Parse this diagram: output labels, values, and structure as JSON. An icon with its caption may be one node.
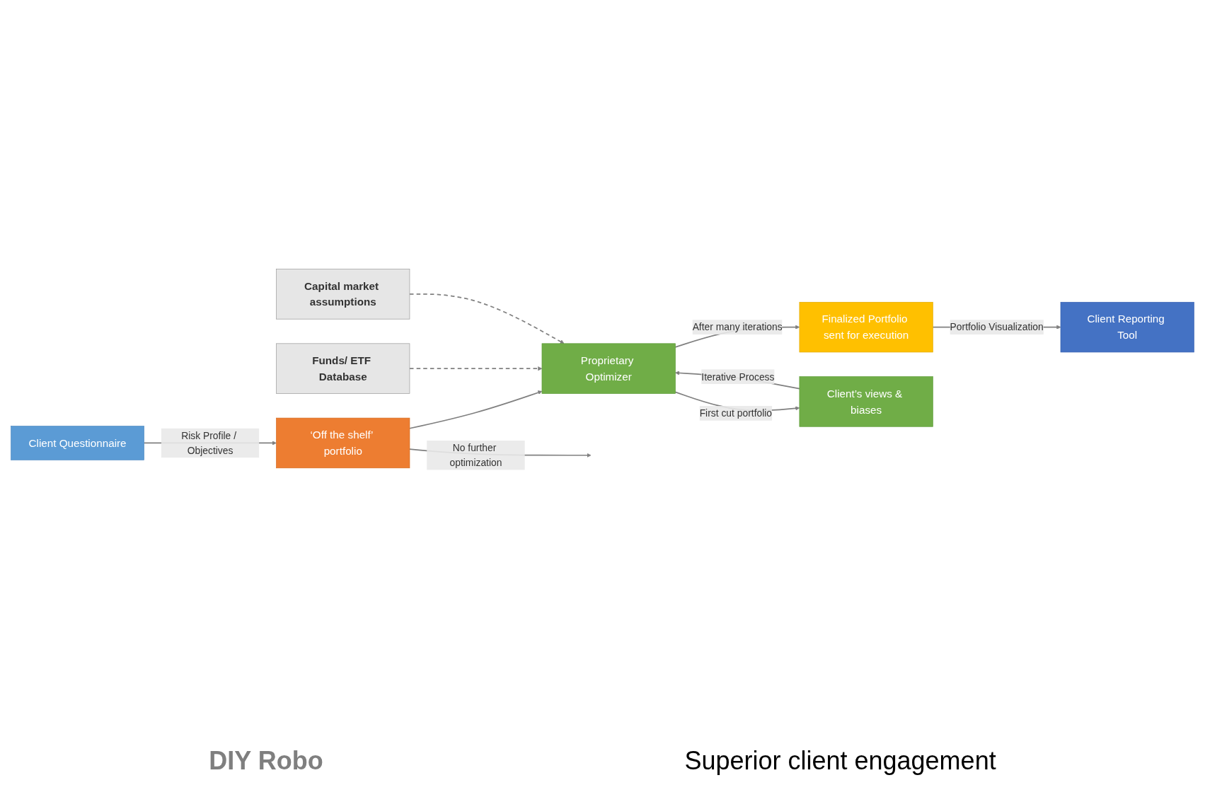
{
  "diagram": {
    "nodes": [
      {
        "text": [
          "Client Questionnaire"
        ]
      },
      {
        "text": [
          "‘Off the shelf’ portfolio"
        ]
      },
      {
        "text": [
          "Funds/ ETF Database"
        ]
      },
      {
        "text": [
          "Capital market assumptions"
        ]
      },
      {
        "text": [
          "Proprietary Optimizer"
        ]
      },
      {
        "text": [
          "Finalized Portfolio sent for execution"
        ]
      },
      {
        "text": [
          "Client’s views & biases"
        ]
      },
      {
        "text": [
          "Client Reporting Tool"
        ]
      }
    ],
    "edges": [
      {
        "from": 0,
        "to": 1,
        "arrow": "to",
        "label": "Risk Profile / Objectives"
      },
      {
        "from": 1,
        "to": 4,
        "arrow": "to"
      },
      {
        "from": 1,
        "to": null,
        "arrow": "to",
        "label": "No further optimization"
      },
      {
        "from": 2,
        "to": 4,
        "arrow": "to",
        "style": "dashed"
      },
      {
        "from": 3,
        "to": 4,
        "arrow": "to",
        "style": "dashed"
      },
      {
        "from": 4,
        "to": 5,
        "arrow": "to",
        "label": "After many iterations"
      },
      {
        "from": 4,
        "to": 6,
        "arrow": "to",
        "label": "First cut portfolio"
      },
      {
        "from": 6,
        "to": 4,
        "arrow": "to",
        "label": "Iterative Process"
      },
      {
        "from": 5,
        "to": 7,
        "arrow": "to",
        "label": "Portfolio Visualization"
      }
    ],
    "labels": [
      "DIY Robo",
      "Superior client engagement"
    ]
  }
}
